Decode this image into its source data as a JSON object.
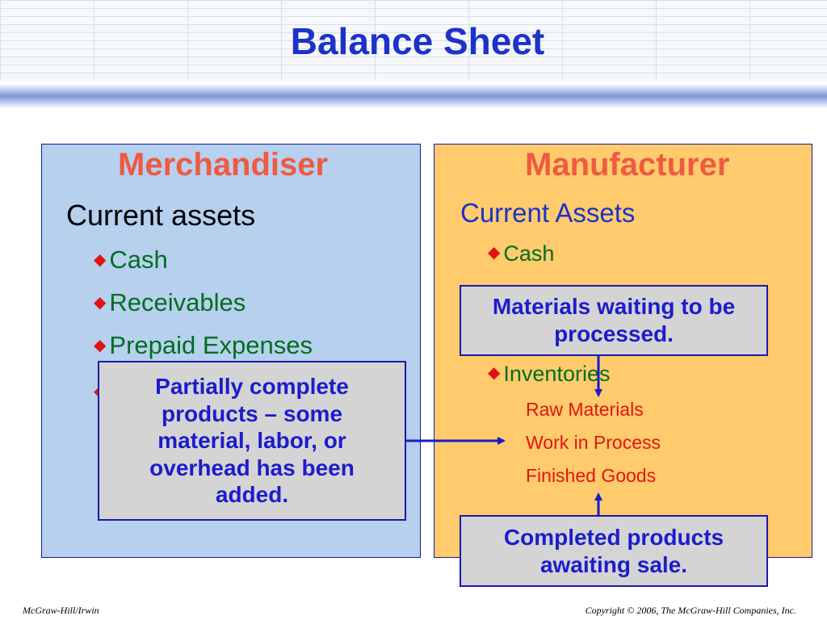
{
  "slide": {
    "title": "Balance Sheet"
  },
  "merchandiser": {
    "heading": "Merchandiser",
    "section": "Current assets",
    "items": [
      "Cash",
      "Receivables",
      "Prepaid Expenses"
    ]
  },
  "manufacturer": {
    "heading": "Manufacturer",
    "section": "Current Assets",
    "items": [
      "Cash",
      "Inventories"
    ],
    "inventory_types": [
      "Raw Materials",
      "Work in Process",
      "Finished Goods"
    ]
  },
  "callouts": {
    "raw_materials": "Materials waiting to be processed.",
    "work_in_process": "Partially complete products – some material, labor, or overhead has been added.",
    "finished_goods": "Completed products awaiting sale."
  },
  "footer": {
    "publisher": "McGraw-Hill/Irwin",
    "copyright": "Copyright © 2006, The McGraw-Hill Companies, Inc."
  },
  "colors": {
    "title": "#1c32c8",
    "merchandiser_panel": "#b6d0ee",
    "manufacturer_panel": "#ffcb6c",
    "heading_red": "#ef5a42",
    "item_green": "#006e20",
    "bullet_red": "#e01414",
    "callout_fill": "#d4d4d4",
    "callout_text": "#1c1ccc"
  },
  "icons": {
    "bullet": "diamond-bullet-icon"
  }
}
